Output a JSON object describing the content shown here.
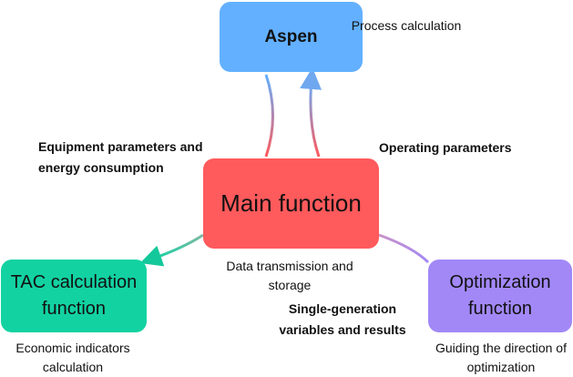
{
  "nodes": {
    "aspen": "Aspen",
    "main": "Main function",
    "tac": "TAC calculation function",
    "optimization": "Optimization function"
  },
  "notes": {
    "process_calc": "Process calculation",
    "data_transmission": "Data transmission and storage",
    "economic": "Economic indicators calculation",
    "guiding": "Guiding the direction of optimization"
  },
  "edges": {
    "equipment": "Equipment parameters and energy consumption",
    "operating": "Operating parameters",
    "single_gen": "Single-generation variables and results"
  },
  "colors": {
    "aspen": "#62b0ff",
    "main": "#ff5a5c",
    "tac": "#13d2a2",
    "optimization": "#a288f7"
  }
}
